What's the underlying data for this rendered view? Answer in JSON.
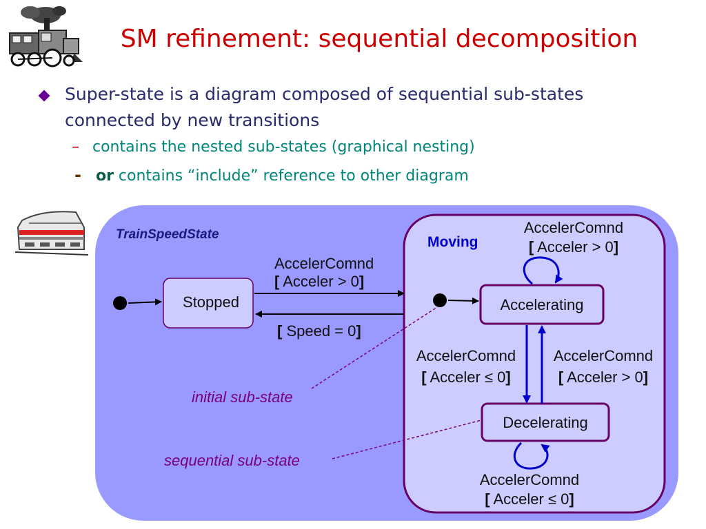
{
  "slide": {
    "title": "SM refinement:  sequential decomposition",
    "bullet_main_line1": "Super-state is a diagram composed of sequential sub-states",
    "bullet_main_line2": "connected by new transitions",
    "sub1_dash": "–",
    "sub1_text": "contains the nested sub-states  (graphical nesting)",
    "sub2_dash": "-",
    "sub2_or": "or",
    "sub2_text": " contains “include” reference to other diagram"
  },
  "diagram": {
    "outer_state": "TrainSpeedState",
    "state_stopped": "Stopped",
    "superstate_moving": "Moving",
    "state_accelerating": "Accelerating",
    "state_decelerating": "Decelerating",
    "t_stopped_moving_event": "AccelerComnd",
    "t_stopped_moving_guard_open": "[",
    "t_stopped_moving_guard": " Acceler > 0",
    "t_stopped_moving_guard_close": "]",
    "t_moving_stopped_guard": " Speed = 0",
    "t_accel_self_event": "AccelerComnd",
    "t_accel_self_guard": " Acceler > 0",
    "t_accel_to_decel_event": "AccelerComnd",
    "t_accel_to_decel_guard": " Acceler ≤ 0",
    "t_decel_to_accel_event": "AccelerComnd",
    "t_decel_to_accel_guard": " Acceler > 0",
    "t_decel_self_event": "AccelerComnd",
    "t_decel_self_guard": " Acceler ≤ 0",
    "annot_initial": "initial sub-state",
    "annot_sequential": "sequential sub-state"
  },
  "colors": {
    "title": "#cc0000",
    "outer_fill": "#9999ff",
    "moving_fill": "#ccccff",
    "moving_border": "#660066",
    "state_border": "#660066",
    "arrow": "#000000",
    "blue_arrow": "#0000cc",
    "annotation": "#7a0077"
  },
  "icons": [
    "steam-locomotive-icon",
    "bullet-train-icon"
  ]
}
